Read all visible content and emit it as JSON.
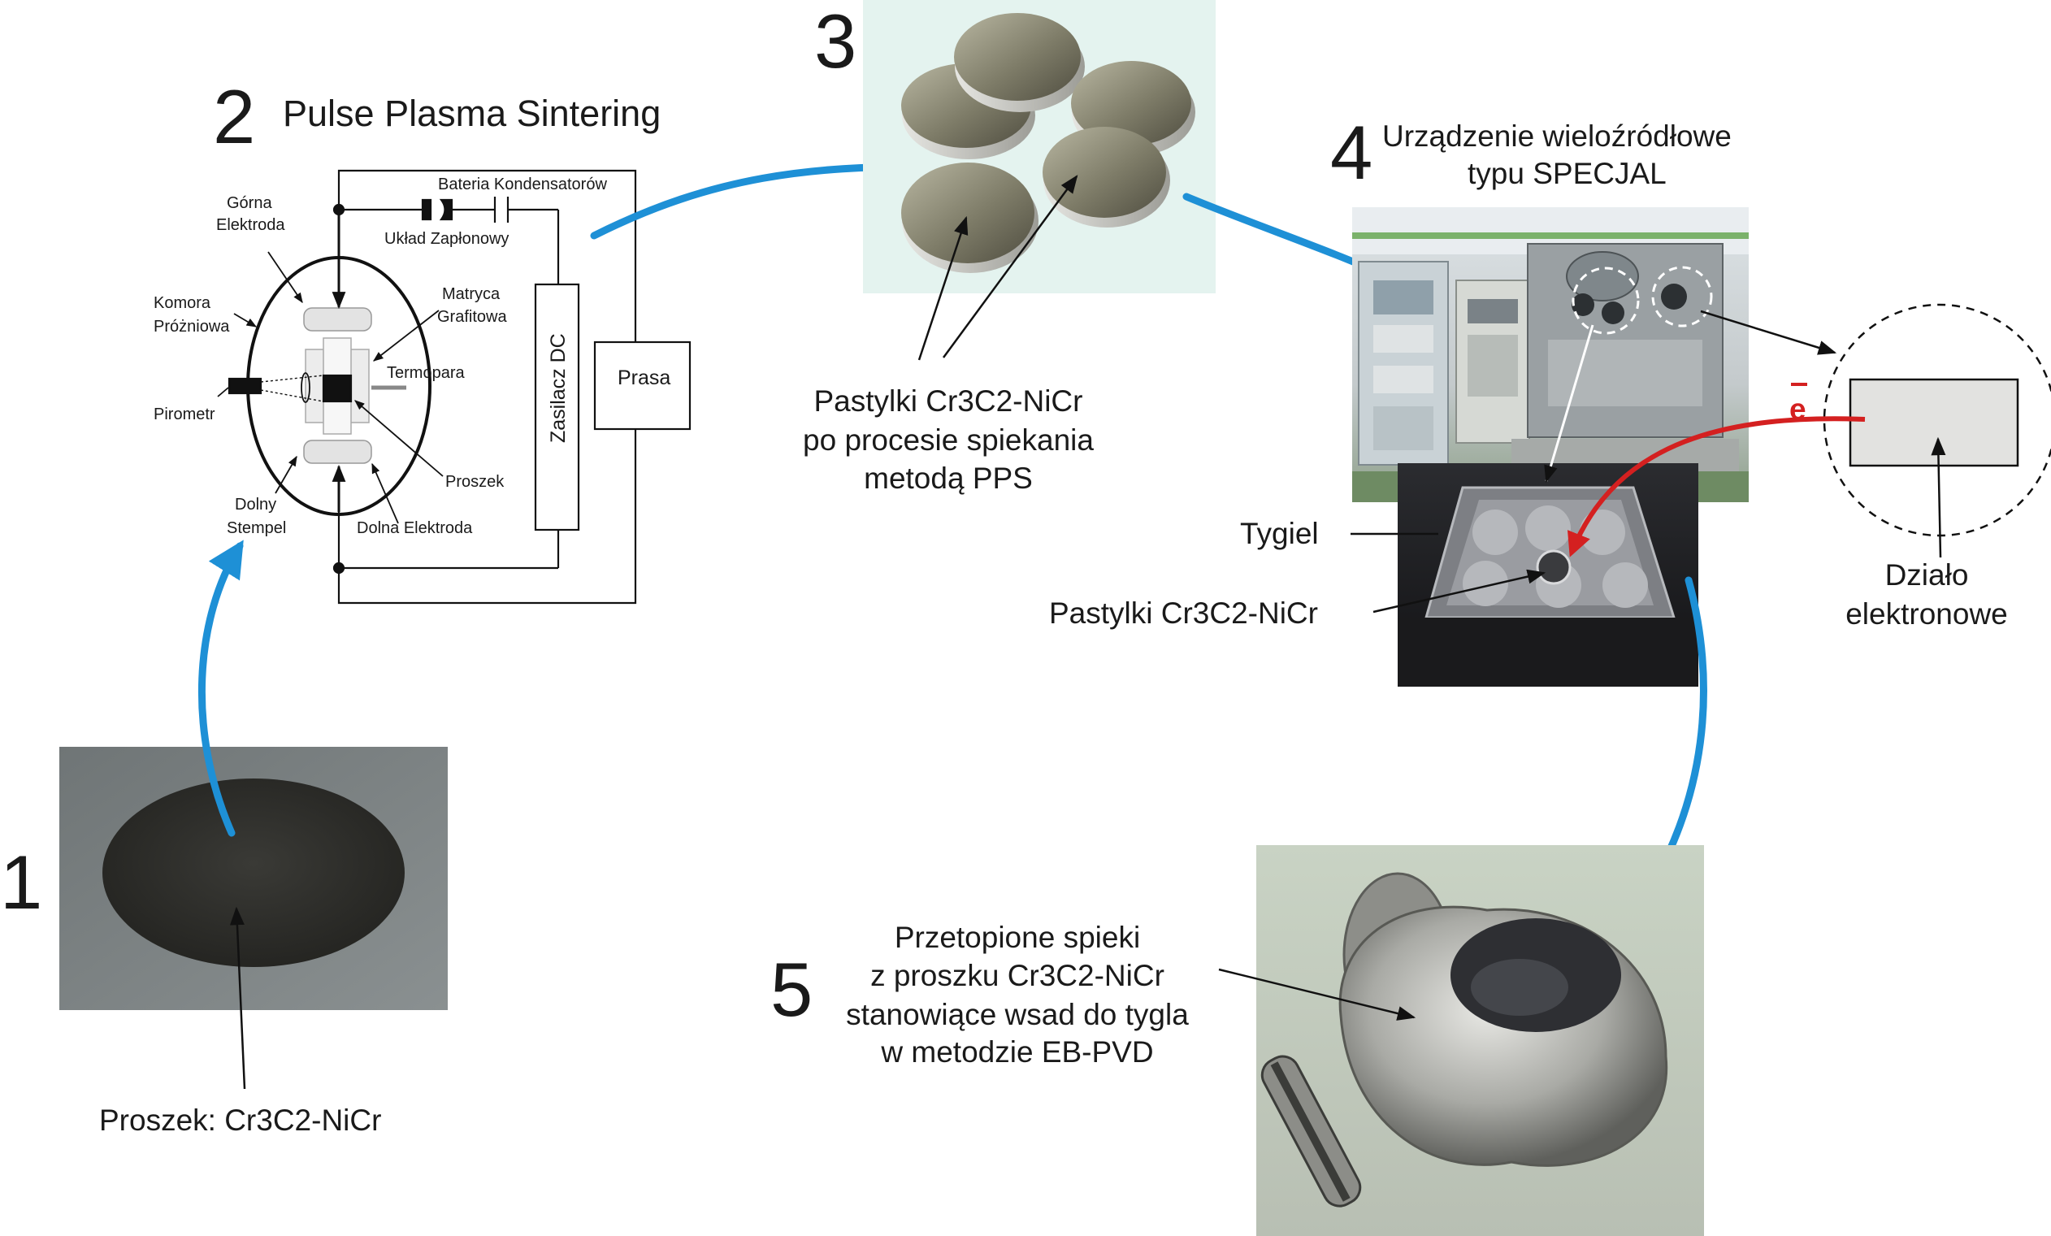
{
  "steps": {
    "n1": "1",
    "n2": "2",
    "n3": "3",
    "n4": "4",
    "n5": "5"
  },
  "step1": {
    "caption": "Proszek: Cr3C2-NiCr"
  },
  "step2": {
    "title": "Pulse Plasma Sintering",
    "labels": {
      "bateria": "Bateria Kondensatorów",
      "uklad": "Układ Zapłonowy",
      "gorna1": "Górna",
      "gorna2": "Elektroda",
      "komora1": "Komora",
      "komora2": "Próżniowa",
      "matryca1": "Matryca",
      "matryca2": "Grafitowa",
      "termopara": "Termopara",
      "pirometr": "Pirometr",
      "proszek": "Proszek",
      "dolny1": "Dolny",
      "dolny2": "Stempel",
      "dolna": "Dolna Elektroda",
      "zasilacz": "Zasilacz DC",
      "prasa": "Prasa"
    }
  },
  "step3": {
    "caption_l1": "Pastylki Cr3C2-NiCr",
    "caption_l2": "po procesie spiekania",
    "caption_l3": "metodą PPS"
  },
  "step4": {
    "title_l1": "Urządzenie wieloźródłowe",
    "title_l2": "typu SPECJAL",
    "tygiel": "Tygiel",
    "pastylki": "Pastylki Cr3C2-NiCr",
    "electron": "e",
    "dzialo_l1": "Działo",
    "dzialo_l2": "elektronowe"
  },
  "step5": {
    "caption_l1": "Przetopione spieki",
    "caption_l2": "z proszku Cr3C2-NiCr",
    "caption_l3": "stanowiące wsad do tygla",
    "caption_l4": "w metodzie EB-PVD"
  },
  "colors": {
    "flow_arrow": "#1e90d6",
    "electron_beam": "#d42020",
    "text": "#1a1a1a"
  }
}
